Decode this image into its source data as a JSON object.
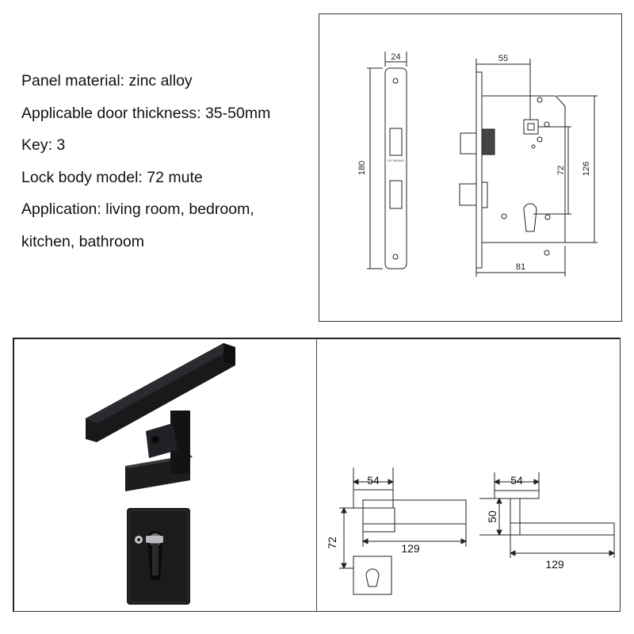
{
  "specs": [
    "Panel material: zinc alloy",
    "Applicable door thickness: 35-50mm",
    "Key: 3",
    "Lock body model: 72 mute",
    "Application: living room, bedroom,",
    "kitchen, bathroom"
  ],
  "lock_drawing": {
    "faceplate_width": "24",
    "faceplate_height": "180",
    "backset": "55",
    "body_depth": "81",
    "body_height": "126",
    "center_distance": "72",
    "faceplate_mark": "DE BRAND"
  },
  "handle_drawing": {
    "rose_width": "54",
    "lever_length": "129",
    "center_distance": "72",
    "side_rose_width": "54",
    "side_height": "50",
    "side_lever_length": "129"
  },
  "colors": {
    "line": "#222222",
    "handle": "#17181a",
    "background": "#ffffff"
  }
}
